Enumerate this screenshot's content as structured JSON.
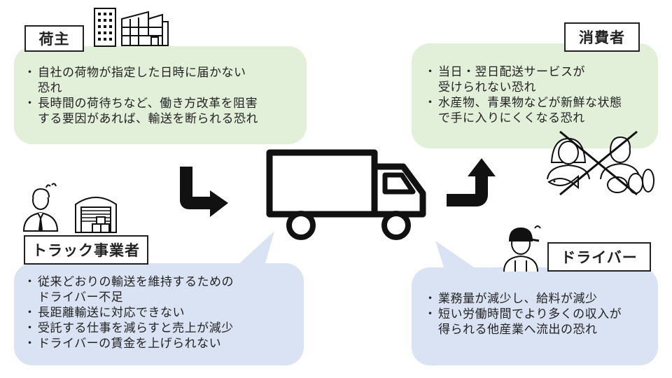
{
  "shipper": {
    "title": "荷主",
    "items": [
      {
        "line1": "自社の荷物が指定した日時に届かない",
        "line2": "恐れ"
      },
      {
        "line1": "長時間の荷待ちなど、働き方改革を阻害",
        "line2": "する要因があれば、輸送を断られる恐れ"
      }
    ]
  },
  "consumer": {
    "title": "消費者",
    "items": [
      {
        "line1": "当日・翌日配送サービスが",
        "line2": "受けられない恐れ"
      },
      {
        "line1": "水産物、青果物などが新鮮な状態",
        "line2": "で手に入りにくくなる恐れ"
      }
    ]
  },
  "trucking": {
    "title": "トラック事業者",
    "items": [
      {
        "line1": "従来どおりの輸送を維持するための",
        "line2": "ドライバー不足"
      },
      {
        "line1": "長距離輸送に対応できない",
        "line2": ""
      },
      {
        "line1": "受託する仕事を減らすと売上が減少",
        "line2": ""
      },
      {
        "line1": "ドライバーの賃金を上げられない",
        "line2": ""
      }
    ]
  },
  "driver": {
    "title": "ドライバー",
    "items": [
      {
        "line1": "業務量が減少し、給料が減少",
        "line2": ""
      },
      {
        "line1": "短い労働時間でより多くの収入が",
        "line2": "得られる他産業へ流出の恐れ"
      }
    ]
  },
  "colors": {
    "green_bubble": "#e2efd9",
    "blue_bubble": "#dae3f3",
    "ink": "#111111"
  }
}
